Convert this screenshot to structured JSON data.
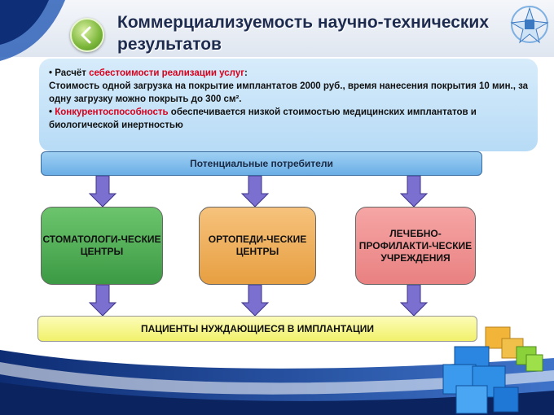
{
  "slide": {
    "title": "Коммерциализуемость научно-технических результатов"
  },
  "info": {
    "line1_prefix": "• Расчёт ",
    "line1_highlight": "себестоимости реализации услуг",
    "line1_suffix": ":",
    "line2": "Стоимость одной загрузка на покрытие имплантатов 2000 руб., время нанесения покрытия 10 мин., за одну загрузку можно покрыть до 300 см².",
    "line3_prefix": "• ",
    "line3_highlight": "Конкурентоспособность",
    "line3_suffix": " обеспечивается низкой стоимостью медицинских имплантатов и биологической инертностью"
  },
  "flow": {
    "consumers": "Потенциальные потребители",
    "box1": "СТОМАТОЛОГИ-ЧЕСКИЕ ЦЕНТРЫ",
    "box2": "ОРТОПЕДИ-ЧЕСКИЕ ЦЕНТРЫ",
    "box3": "ЛЕЧЕБНО-ПРОФИЛАКТИ-ЧЕСКИЕ УЧРЕЖДЕНИЯ",
    "patients": "ПАЦИЕНТЫ НУЖДАЮЩИЕСЯ В ИМПЛАНТАЦИИ"
  },
  "colors": {
    "accent_red": "#d9001b",
    "title": "#1d2b4f",
    "arrow": "#7b6fd0"
  }
}
